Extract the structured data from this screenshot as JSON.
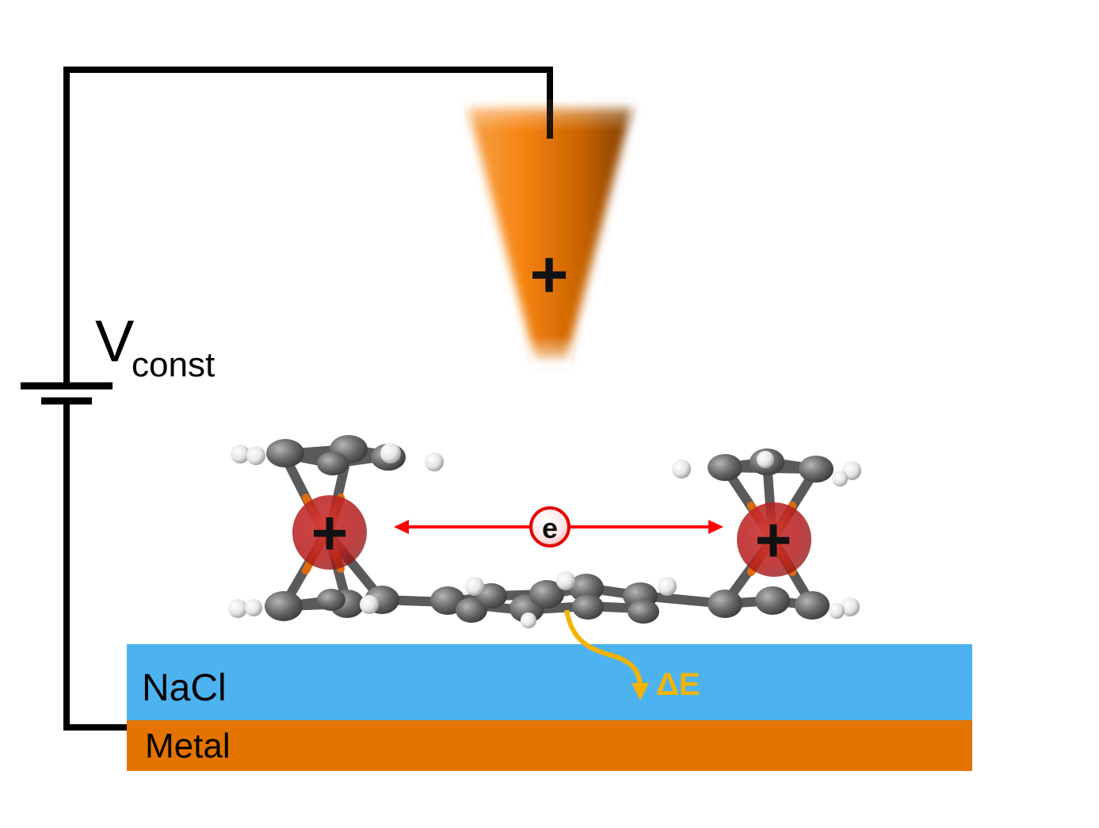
{
  "labels": {
    "voltage_main": "V",
    "voltage_sub": "const",
    "electron": "e",
    "energy": "ΔE",
    "layer_top": "NaCl",
    "layer_bottom": "Metal",
    "tip_charge": "+",
    "left_charge": "+",
    "right_charge": "+"
  },
  "colors": {
    "wire": "#000000",
    "tip": "#f08010",
    "tip_dark": "#8a4200",
    "nacl": "#4db3f0",
    "metal": "#e57300",
    "arrow_transfer": "#ff0000",
    "energy_arrow": "#f2b400",
    "energy_text": "#f2b400",
    "charge_sphere": "#b81c1c",
    "carbon": "#6e6e6e",
    "hydrogen": "#f2f2f2",
    "iron_bond": "#e06a10"
  }
}
